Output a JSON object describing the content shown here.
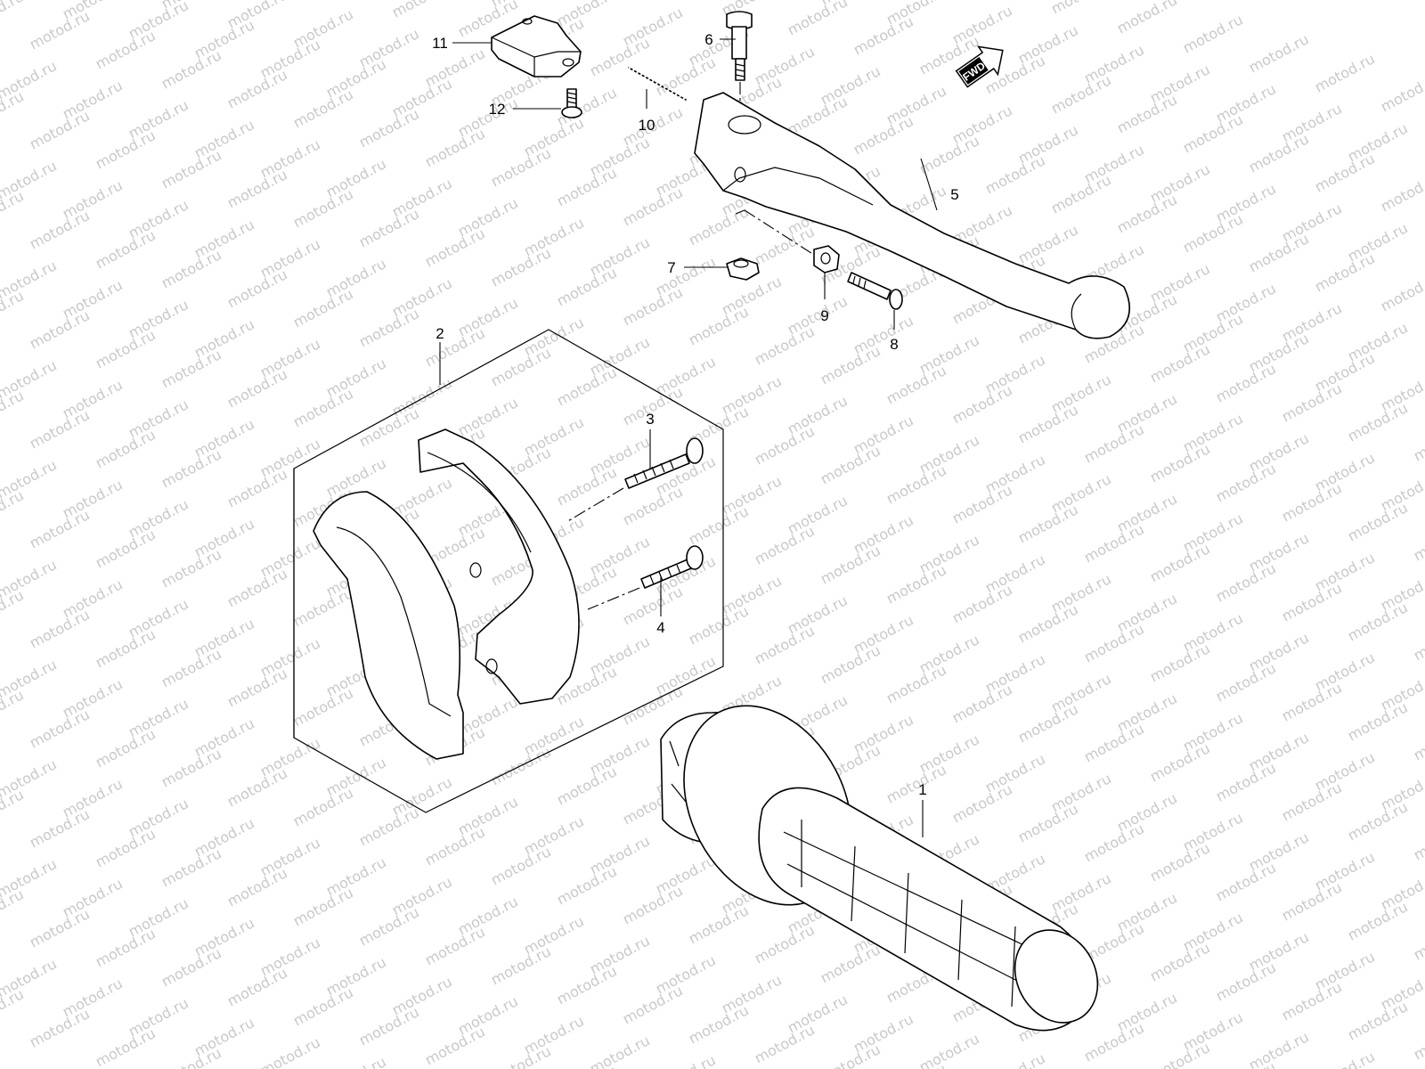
{
  "watermark": "motod.ru",
  "fwd_label": "FWD",
  "callouts": [
    "1",
    "2",
    "3",
    "4",
    "5",
    "6",
    "7",
    "8",
    "9",
    "10",
    "11",
    "12"
  ]
}
